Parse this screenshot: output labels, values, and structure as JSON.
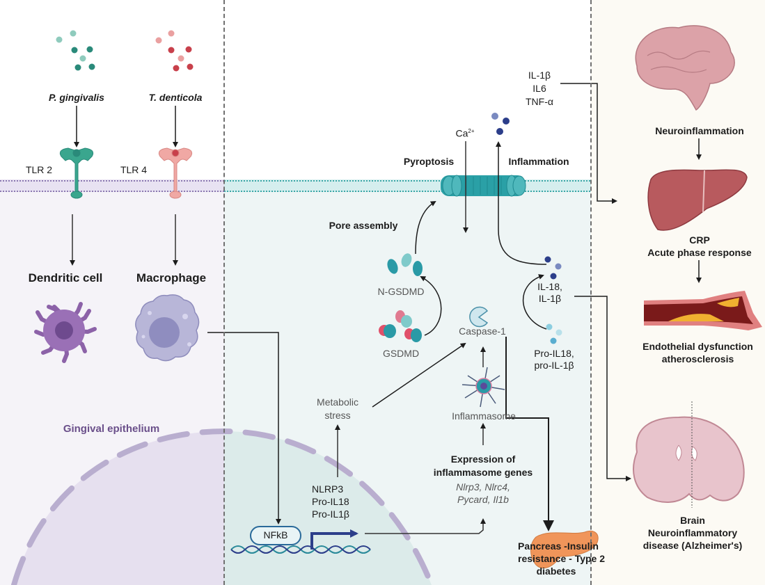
{
  "figure": {
    "type": "biological pathway diagram",
    "colors": {
      "left_panel_bg": "#f5f3f8",
      "middle_panel_bg": "#eef5f5",
      "right_panel_bg": "#fcfaf4",
      "teal": "#2a9a8c",
      "red": "#c8404b",
      "purple_text": "#6a4f8a",
      "arrow": "#1c1c1c",
      "blue_arrow": "#2c3e8a"
    }
  },
  "left": {
    "bacteria": [
      {
        "name": "P. gingivalis",
        "receptor": "TLR 2",
        "cell": "Dendritic cell"
      },
      {
        "name": "T. denticola",
        "receptor": "TLR 4",
        "cell": "Macrophage"
      }
    ],
    "region_label": "Gingival epithelium"
  },
  "middle": {
    "pyroptosis": "Pyroptosis",
    "inflammation": "Inflammation",
    "calcium": "Ca",
    "calcium_sup": "2+",
    "pore_assembly": "Pore assembly",
    "n_gsdmd": "N-GSDMD",
    "gsdmd": "GSDMD",
    "caspase": "Caspase-1",
    "il18_il1b": [
      "IL-18,",
      "IL-1β"
    ],
    "pro_il": [
      "Pro-IL18,",
      "pro-IL-1β"
    ],
    "cytokines": [
      "IL-1β",
      "IL6",
      "TNF-α"
    ],
    "metabolic_stress": [
      "Metabolic",
      "stress"
    ],
    "inflammasome": "Inflammasome",
    "expression_title": [
      "Expression of",
      "inflammasome genes"
    ],
    "genes": [
      "Nlrp3, Nlrc4,",
      "Pycard, Il1b"
    ],
    "transcripts": [
      "NLRP3",
      "Pro-IL18",
      "Pro-IL1β"
    ],
    "nfkb": "NFkB",
    "pancreas": [
      "Pancreas -Insulin",
      "resistance - Type 2",
      "diabetes"
    ]
  },
  "right": {
    "neuroinflammation": "Neuroinflammation",
    "crp": "CRP",
    "acute_phase": "Acute phase response",
    "endothelial": [
      "Endothelial dysfunction",
      "atherosclerosis"
    ],
    "brain": [
      "Brain",
      "Neuroinflammatory",
      "disease (Alzheimer's)"
    ]
  }
}
